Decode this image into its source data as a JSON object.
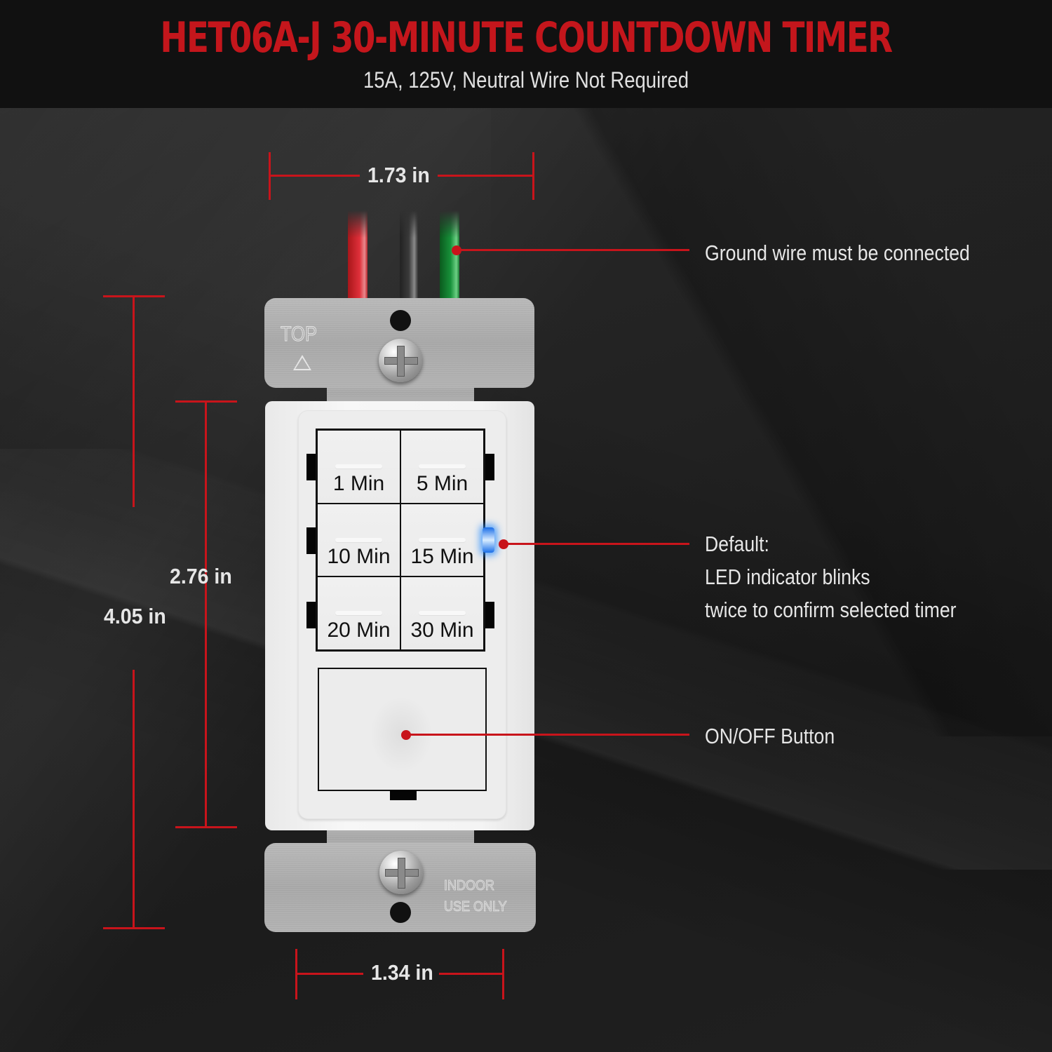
{
  "header": {
    "title": "HET06A-J 30-MINUTE COUNTDOWN TIMER",
    "subtitle": "15A, 125V, Neutral Wire Not Required"
  },
  "dimensions": {
    "top_width": "1.73 in",
    "bottom_width": "1.34 in",
    "inner_height": "2.76 in",
    "total_height": "4.05 in"
  },
  "callouts": {
    "ground_wire": "Ground wire must be connected",
    "led_line1": "Default:",
    "led_line2": "LED indicator blinks",
    "led_line3": "twice to confirm selected timer",
    "on_off": "ON/OFF Button"
  },
  "device": {
    "strap_top_text": "TOP",
    "strap_bottom_text_line1": "INDOOR",
    "strap_bottom_text_line2": "USE ONLY",
    "timer_buttons": [
      {
        "label": "1 Min"
      },
      {
        "label": "5 Min"
      },
      {
        "label": "10 Min"
      },
      {
        "label": "15 Min"
      },
      {
        "label": "20 Min"
      },
      {
        "label": "30 Min"
      }
    ],
    "wires": [
      "red",
      "black",
      "green"
    ],
    "led_color": "#1a6ee8"
  },
  "colors": {
    "accent_red": "#c8141b",
    "title_red": "#c4161c",
    "background": "#1b1b1b",
    "text_light": "#e6e6e6"
  }
}
